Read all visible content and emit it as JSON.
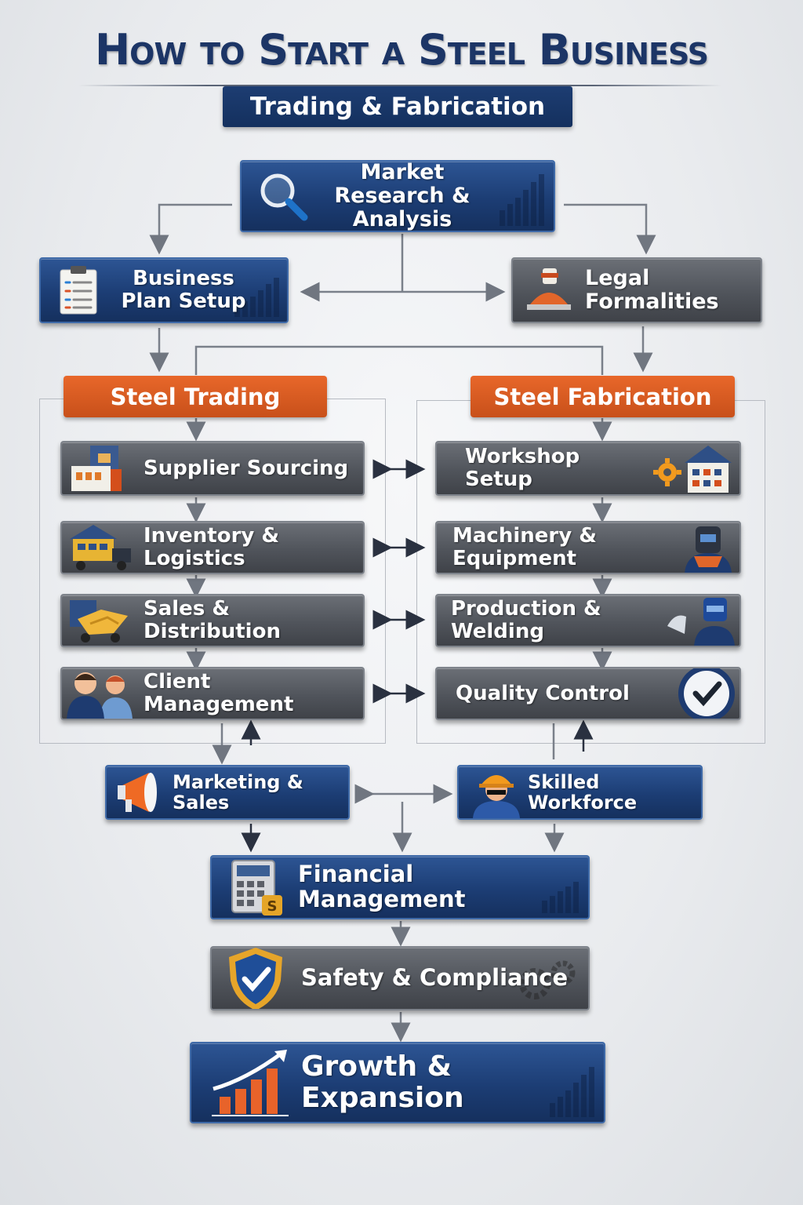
{
  "title": "How to Start a Steel Business",
  "subtitle": "Trading & Fabrication",
  "nodes": {
    "market_research": "Market Research & Analysis",
    "business_plan": "Business Plan Setup",
    "legal": "Legal Formalities",
    "steel_trading": "Steel Trading",
    "steel_fabrication": "Steel Fabrication",
    "supplier_sourcing": "Supplier Sourcing",
    "inventory_logistics": "Inventory & Logistics",
    "sales_distribution": "Sales & Distribution",
    "client_management": "Client Management",
    "workshop_setup": "Workshop Setup",
    "machinery_equipment": "Machinery & Equipment",
    "production_welding": "Production & Welding",
    "quality_control": "Quality Control",
    "marketing_sales": "Marketing & Sales",
    "skilled_workforce": "Skilled Workforce",
    "financial_management": "Financial Management",
    "safety_compliance": "Safety & Compliance",
    "growth_expansion": "Growth & Expansion"
  },
  "colors": {
    "navy": "#1c3d74",
    "slate": "#50545b",
    "orange": "#d85a20",
    "title": "#1c3566"
  },
  "icons": {
    "market_research": "magnifier-icon",
    "business_plan": "clipboard-checklist-icon",
    "legal": "judge-gavel-icon",
    "supplier_sourcing": "factory-icon",
    "inventory_logistics": "truck-warehouse-icon",
    "sales_distribution": "handshake-icon",
    "client_management": "people-icon",
    "workshop_setup": "workshop-gear-icon",
    "machinery_equipment": "welder-icon",
    "production_welding": "welding-worker-icon",
    "quality_control": "checkmark-badge-icon",
    "marketing_sales": "megaphone-icon",
    "skilled_workforce": "hardhat-worker-icon",
    "financial_management": "calculator-icon",
    "safety_compliance": "shield-check-icon",
    "growth_expansion": "growth-chart-icon"
  }
}
